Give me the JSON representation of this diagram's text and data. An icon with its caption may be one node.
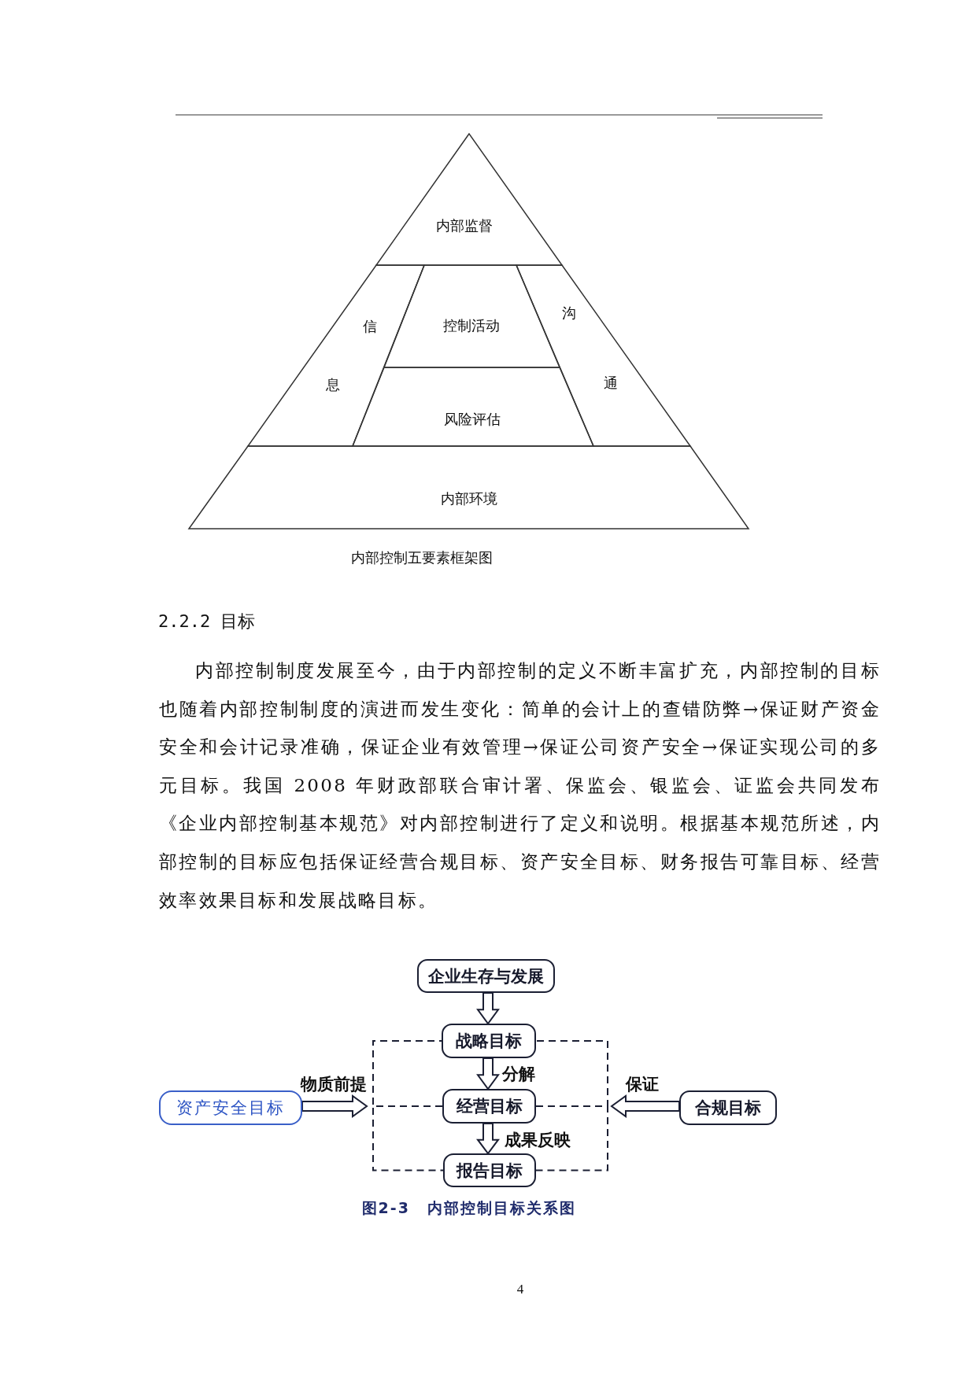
{
  "diagram": {
    "nodes": [
      {
        "text": [
          "内部监督"
        ]
      },
      {
        "text": [
          "信",
          "息"
        ]
      },
      {
        "text": [
          "控制活动"
        ]
      },
      {
        "text": [
          "沟",
          "通"
        ]
      },
      {
        "text": [
          "风险评估"
        ]
      },
      {
        "text": [
          "内部环境"
        ]
      },
      {
        "text": [
          "企业生存与发展"
        ]
      },
      {
        "text": [
          "战略目标"
        ]
      },
      {
        "text": [
          "资产安全目标"
        ]
      },
      {
        "text": [
          "经营目标"
        ]
      },
      {
        "text": [
          "合规目标"
        ]
      },
      {
        "text": [
          "报告目标"
        ]
      }
    ],
    "edges": [
      {
        "from": 6,
        "to": 7,
        "arrow": "to"
      },
      {
        "from": 7,
        "to": 9,
        "arrow": "to",
        "label": "分解"
      },
      {
        "from": 9,
        "to": 11,
        "arrow": "to",
        "label": "成果反映"
      },
      {
        "from": 8,
        "to": null,
        "arrow": "to",
        "label": "物质前提"
      },
      {
        "from": 10,
        "to": null,
        "arrow": "to",
        "label": "保证"
      },
      {
        "from": 7,
        "to": 9,
        "arrow": "none",
        "style": "dashed"
      },
      {
        "from": 9,
        "to": 11,
        "arrow": "none",
        "style": "dashed"
      },
      {
        "from": 7,
        "to": 9,
        "arrow": "none",
        "style": "dashed"
      },
      {
        "from": 9,
        "to": 11,
        "arrow": "none",
        "style": "dashed"
      }
    ],
    "labels": [
      "内部控制五要素框架图",
      "2.2.2 目标",
      "内部控制制度发展至今，由于内部控制的定义不断丰富扩充，内部控制的目标也随着内部控制制度的演进而发生变化：简单的会计上的查错防弊→保证财产资金安全和会计记录准确，保证企业有效管理→保证公司资产安全→保证实现公司的多元目标。我国 2008 年财政部联合审计署、保监会、银监会、证监会共同发布《企业内部控制基本规范》对内部控制进行了定义和说明。根据基本规范所述，内部控制的目标应包括保证经营合规目标、资产安全目标、财务报告可靠目标、经营效率效果目标和发展战略目标。",
      "图2-3 内部控制目标关系图",
      "4"
    ]
  }
}
